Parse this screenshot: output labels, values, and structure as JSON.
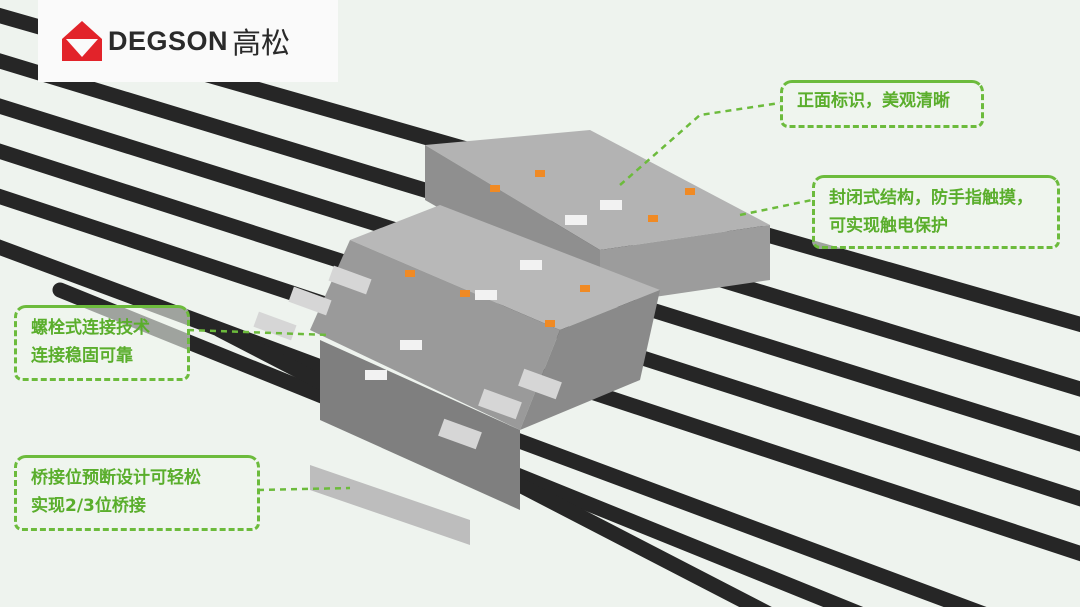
{
  "logo": {
    "brand_en": "DEGSON",
    "brand_cn": "高松",
    "colors": {
      "red": "#e2232a",
      "text": "#2a2a2a"
    }
  },
  "callouts": [
    {
      "lines": [
        "正面标识，美观清晰"
      ]
    },
    {
      "lines": [
        "封闭式结构，防手指触摸，",
        "可实现触电保护"
      ]
    },
    {
      "lines": [
        "螺栓式连接技术",
        "连接稳固可靠"
      ]
    },
    {
      "lines": [
        "桥接位预断设计可轻松",
        "实现2/3位桥接"
      ]
    }
  ],
  "colors": {
    "accent": "#6cbb3c",
    "background": "#eef3ee",
    "cable": "#262626",
    "housing": "#a9a9a9",
    "latch": "#f08a24"
  }
}
